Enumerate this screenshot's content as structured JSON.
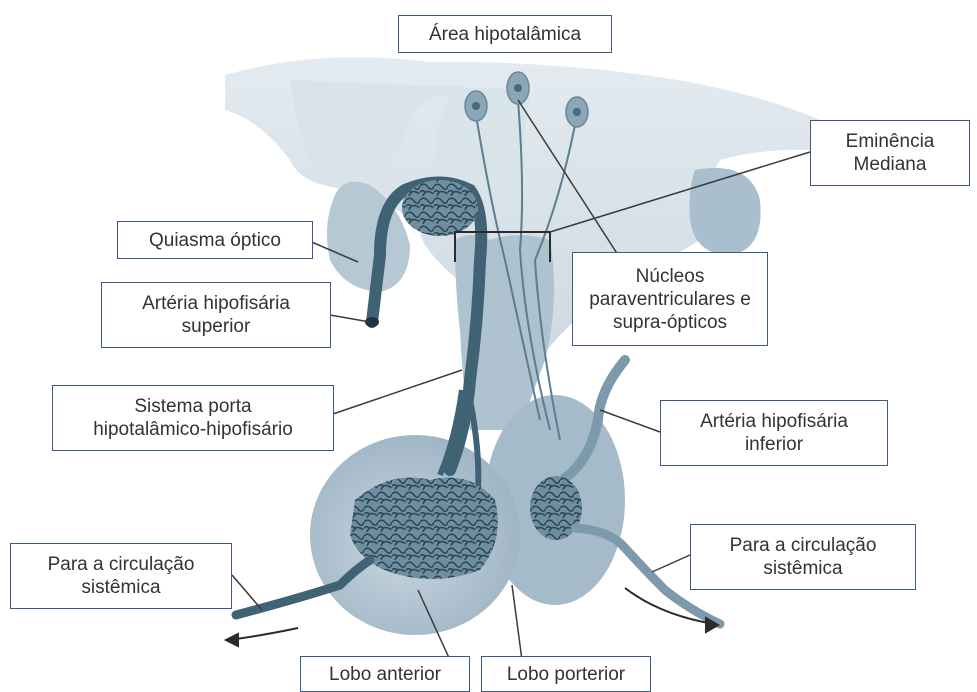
{
  "colors": {
    "tissue_light": "#c4d3dd",
    "tissue_mid": "#9fb6c5",
    "tissue_dark": "#7d9aad",
    "vessel": "#3f6275",
    "vessel_dark": "#2c4857",
    "neuron": "#8aa6b8",
    "leader_line": "#3b3b3b",
    "box_border": "#3b5a86"
  },
  "labels": {
    "area_hipotalamica": {
      "lines": [
        "Área hipotalâmica"
      ]
    },
    "eminencia_mediana": {
      "lines": [
        "Eminência",
        "Mediana"
      ]
    },
    "quiasma_optico": {
      "lines": [
        "Quiasma óptico"
      ]
    },
    "arteria_hipofisaria_superior": {
      "lines": [
        "Artéria hipofisária",
        "superior"
      ]
    },
    "nucleos": {
      "lines": [
        "Núcleos",
        "paraventriculares e",
        "supra-ópticos"
      ]
    },
    "sistema_porta": {
      "lines": [
        "Sistema porta",
        "hipotalâmico-hipofisário"
      ]
    },
    "arteria_hipofisaria_inferior": {
      "lines": [
        "Artéria hipofisária",
        "inferior"
      ]
    },
    "circulacao_esquerda": {
      "lines": [
        "Para a circulação",
        "sistêmica"
      ]
    },
    "circulacao_direita": {
      "lines": [
        "Para a circulação",
        "sistêmica"
      ]
    },
    "lobo_anterior": {
      "lines": [
        "Lobo anterior"
      ]
    },
    "lobo_posterior": {
      "lines": [
        "Lobo porterior"
      ]
    }
  }
}
